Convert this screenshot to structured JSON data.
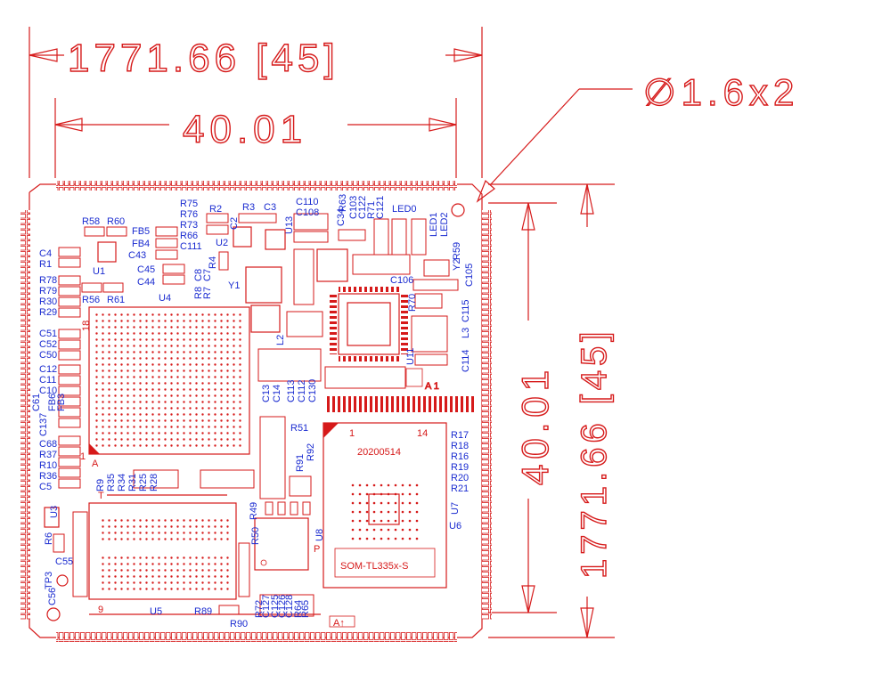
{
  "dimensions": {
    "top_outer": "1771.66 [45]",
    "top_inner": "40.01",
    "hole": "∅1.6x2",
    "right_inner": "40.01",
    "right_outer": "1771.66 [45]"
  },
  "markings": {
    "date_code": "20200514",
    "module_name": "SOM-TL335x-S",
    "pin_label_a1": "A 1",
    "pin_1": "1",
    "pin_14": "14",
    "pin_a": "A",
    "pin_p": "P",
    "pin_t": "T",
    "pin_9": "9",
    "pin_18": "18",
    "pin_1b": "1",
    "arrow_label": "A↑"
  },
  "components_left": [
    "C4",
    "R1",
    "R78",
    "R79",
    "R30",
    "R29",
    "C51",
    "C52",
    "C50",
    "C12",
    "C11",
    "C10",
    "C61",
    "C137",
    "FB6",
    "FB3",
    "C68",
    "R37",
    "R10",
    "R36",
    "C5"
  ],
  "components_top": [
    "R58",
    "R60",
    "FB5",
    "FB4",
    "C43",
    "U1",
    "R56",
    "R61",
    "U4",
    "R75",
    "R76",
    "R73",
    "R66",
    "C111",
    "R2",
    "C2",
    "R3",
    "C3",
    "U13",
    "U2",
    "C110",
    "C108",
    "C34",
    "R63",
    "C103",
    "C122",
    "R71",
    "C121",
    "LED0",
    "LED1",
    "LED2",
    "R59",
    "Y2",
    "C105",
    "C106",
    "C45",
    "C44",
    "R4",
    "C8",
    "C7",
    "R8",
    "R7",
    "Y1"
  ],
  "components_mid": [
    "L2",
    "C13",
    "C14",
    "C113",
    "C112",
    "C130",
    "R70",
    "C115",
    "L3",
    "U11",
    "C114",
    "R51",
    "R91",
    "R92",
    "R9",
    "R35",
    "R34",
    "R31",
    "R25",
    "R28",
    "R49",
    "R50",
    "U8"
  ],
  "components_bottom": [
    "U3",
    "R6",
    "C55",
    "TP3",
    "C56",
    "U5",
    "R89",
    "R90",
    "R72",
    "C127",
    "C125",
    "C126",
    "C128",
    "R64",
    "R65"
  ],
  "components_right": [
    "R17",
    "R18",
    "R16",
    "R19",
    "R20",
    "R21",
    "U7",
    "U6"
  ],
  "colors": {
    "outline": "#d61a1a",
    "silkscreen": "#1a2bd0"
  }
}
